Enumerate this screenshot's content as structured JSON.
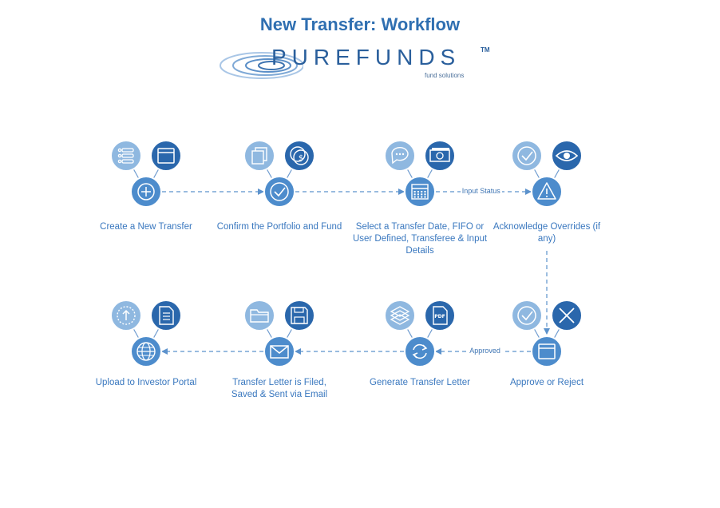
{
  "title": "New Transfer: Workflow",
  "logo": {
    "word": "PUREFUNDS",
    "tm": "TM",
    "sub": "fund solutions"
  },
  "colors": {
    "light": "#8fb8e0",
    "mid": "#4d8ccc",
    "dark": "#2a67ac",
    "line": "#5c92cc",
    "text": "#3a78bf",
    "title": "#2f6fb1"
  },
  "steps": [
    {
      "id": "create",
      "label": "Create a New Transfer",
      "icons": [
        "list-icon",
        "window-icon",
        "plus-icon"
      ]
    },
    {
      "id": "confirm",
      "label": "Confirm the Portfolio and Fund",
      "icons": [
        "documents-icon",
        "coins-icon",
        "check-icon"
      ]
    },
    {
      "id": "select",
      "label": "Select a Transfer Date, FIFO or User Defined, Transferee & Input Details",
      "icons": [
        "chat-icon",
        "money-icon",
        "calendar-icon"
      ]
    },
    {
      "id": "ack",
      "label": "Acknowledge Overrides (if any)",
      "icons": [
        "check-icon",
        "eye-icon",
        "warning-icon"
      ]
    },
    {
      "id": "approve",
      "label": "Approve or Reject",
      "icons": [
        "check-icon",
        "x-icon",
        "window-icon"
      ]
    },
    {
      "id": "generate",
      "label": "Generate Transfer Letter",
      "icons": [
        "layers-icon",
        "pdf-icon",
        "refresh-icon"
      ]
    },
    {
      "id": "filed",
      "label": "Transfer Letter is Filed, Saved & Sent via Email",
      "icons": [
        "folder-icon",
        "floppy-icon",
        "envelope-icon"
      ]
    },
    {
      "id": "upload",
      "label": "Upload to Investor Portal",
      "icons": [
        "upload-icon",
        "document-icon",
        "globe-icon"
      ]
    }
  ],
  "connectors": [
    {
      "from": "create",
      "to": "confirm",
      "label": ""
    },
    {
      "from": "confirm",
      "to": "select",
      "label": ""
    },
    {
      "from": "select",
      "to": "ack",
      "label": "Input Status"
    },
    {
      "from": "ack",
      "to": "approve",
      "label": ""
    },
    {
      "from": "approve",
      "to": "generate",
      "label": "Approved"
    },
    {
      "from": "generate",
      "to": "filed",
      "label": ""
    },
    {
      "from": "filed",
      "to": "upload",
      "label": ""
    }
  ]
}
